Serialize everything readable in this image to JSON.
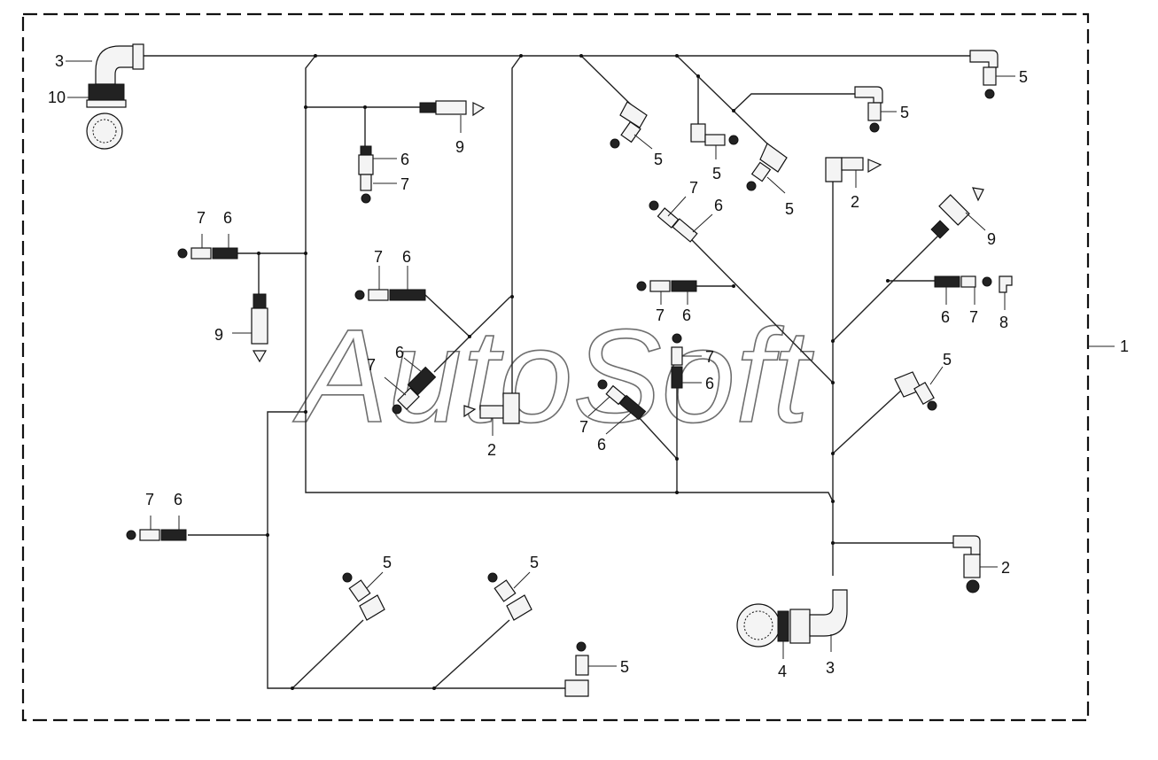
{
  "watermark": "AutoSoft",
  "assembly_label": "1",
  "callouts": {
    "c3_top": "3",
    "c10": "10",
    "c9_top": "9",
    "c6_a": "6",
    "c7_a": "7",
    "c5_a": "5",
    "c5_b": "5",
    "c5_c": "5",
    "c5_d": "5",
    "c2_a": "2",
    "c7_b": "7",
    "c6_b": "6",
    "c9_right": "9",
    "c7_c": "7",
    "c6_c": "6",
    "c7_d": "7",
    "c6_d": "6",
    "c9_left": "9",
    "c7_e": "7",
    "c6_e": "6",
    "c7_f": "7",
    "c6_f": "6",
    "c8": "8",
    "c7_g": "7",
    "c6_g": "6",
    "c5_e": "5",
    "c2_b": "2",
    "c7_h": "7",
    "c6_h": "6",
    "c7_i": "7",
    "c6_i": "6",
    "c5_f": "5",
    "c5_g": "5",
    "c5_h": "5",
    "c2_c": "2",
    "c4": "4",
    "c3_bottom": "3"
  }
}
